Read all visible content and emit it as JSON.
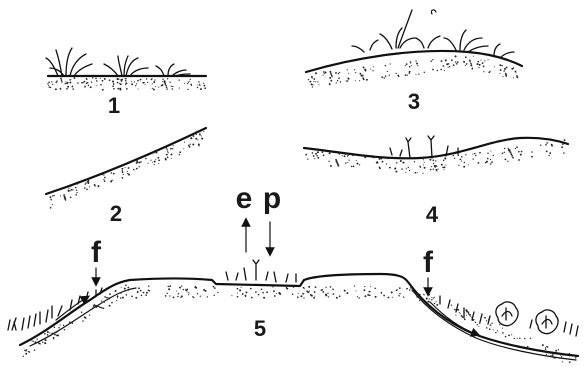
{
  "panels": [
    {
      "label": "1"
    },
    {
      "label": "2"
    },
    {
      "label": "3"
    },
    {
      "label": "4"
    },
    {
      "label": "5"
    }
  ],
  "arrows": {
    "e": "e",
    "p": "p",
    "f_left": "f",
    "f_right": "f"
  }
}
